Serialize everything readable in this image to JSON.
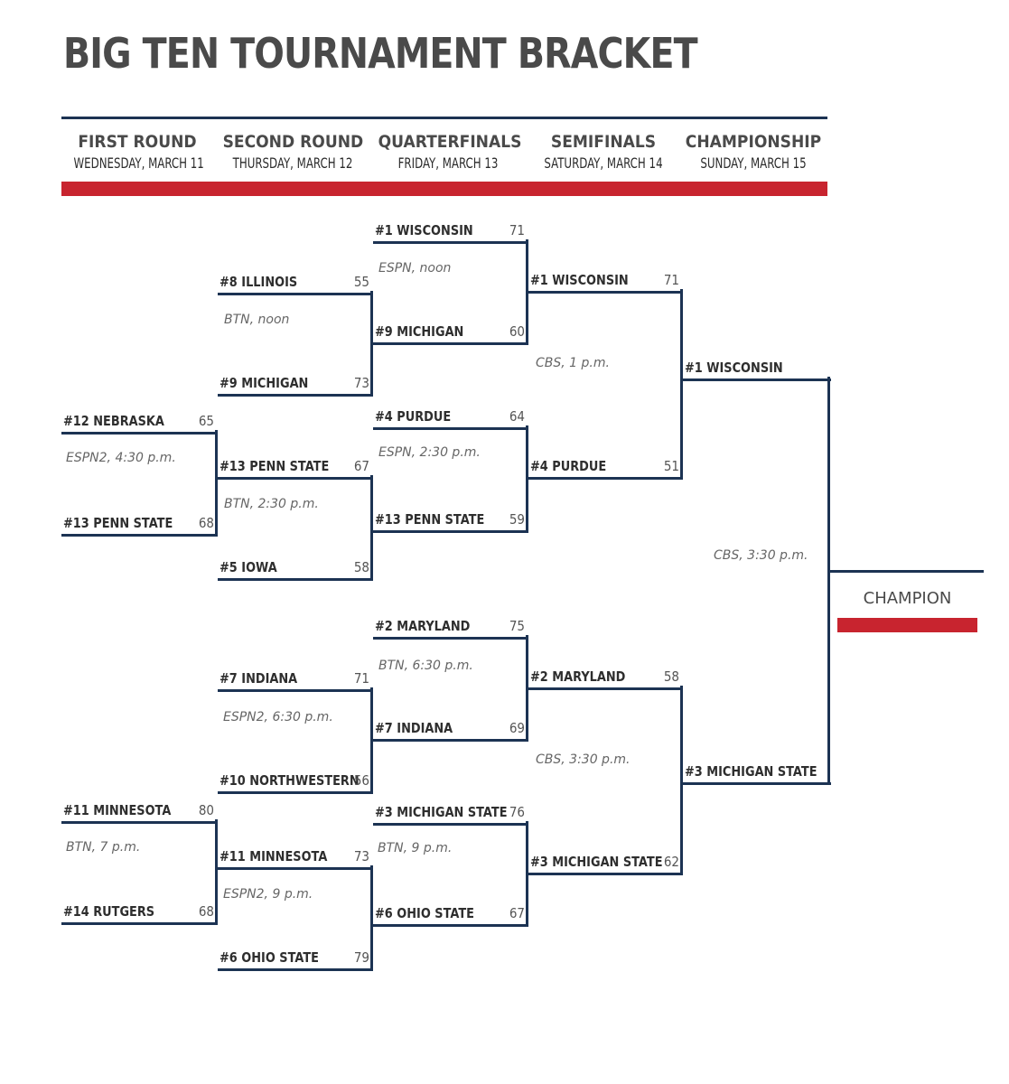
{
  "title": "BIG TEN TOURNAMENT BRACKET",
  "rounds": [
    {
      "name": "FIRST ROUND",
      "date": "WEDNESDAY, MARCH 11"
    },
    {
      "name": "SECOND ROUND",
      "date": "THURSDAY, MARCH 12"
    },
    {
      "name": "QUARTERFINALS",
      "date": "FRIDAY, MARCH 13"
    },
    {
      "name": "SEMIFINALS",
      "date": "SATURDAY, MARCH 14"
    },
    {
      "name": "CHAMPIONSHIP",
      "date": "SUNDAY, MARCH 15"
    }
  ],
  "first_round": {
    "g1": {
      "top": {
        "team": "#12 NEBRASKA",
        "score": "65"
      },
      "bottom": {
        "team": "#13 PENN STATE",
        "score": "68"
      },
      "tv": "ESPN2, 4:30 p.m."
    },
    "g2": {
      "top": {
        "team": "#11 MINNESOTA",
        "score": "80"
      },
      "bottom": {
        "team": "#14 RUTGERS",
        "score": "68"
      },
      "tv": "BTN, 7 p.m."
    }
  },
  "second_round": {
    "g1": {
      "top": {
        "team": "#8 ILLINOIS",
        "score": "55"
      },
      "bottom": {
        "team": "#9 MICHIGAN",
        "score": "73"
      },
      "tv": "BTN, noon"
    },
    "g2": {
      "top": {
        "team": "#13 PENN STATE",
        "score": "67"
      },
      "bottom": {
        "team": "#5 IOWA",
        "score": "58"
      },
      "tv": "BTN, 2:30 p.m."
    },
    "g3": {
      "top": {
        "team": "#7 INDIANA",
        "score": "71"
      },
      "bottom": {
        "team": "#10 NORTHWESTERN",
        "score": "56"
      },
      "tv": "ESPN2, 6:30 p.m."
    },
    "g4": {
      "top": {
        "team": "#11 MINNESOTA",
        "score": "73"
      },
      "bottom": {
        "team": "#6 OHIO STATE",
        "score": "79"
      },
      "tv": "ESPN2, 9 p.m."
    }
  },
  "quarterfinals": {
    "g1": {
      "top": {
        "team": "#1 WISCONSIN",
        "score": "71"
      },
      "bottom": {
        "team": "#9 MICHIGAN",
        "score": "60"
      },
      "tv": "ESPN, noon"
    },
    "g2": {
      "top": {
        "team": "#4 PURDUE",
        "score": "64"
      },
      "bottom": {
        "team": "#13 PENN STATE",
        "score": "59"
      },
      "tv": "ESPN, 2:30 p.m."
    },
    "g3": {
      "top": {
        "team": "#2 MARYLAND",
        "score": "75"
      },
      "bottom": {
        "team": "#7 INDIANA",
        "score": "69"
      },
      "tv": "BTN, 6:30 p.m."
    },
    "g4": {
      "top": {
        "team": "#3 MICHIGAN STATE",
        "score": "76"
      },
      "bottom": {
        "team": "#6 OHIO STATE",
        "score": "67"
      },
      "tv": "BTN, 9 p.m."
    }
  },
  "semifinals": {
    "g1": {
      "top": {
        "team": "#1 WISCONSIN",
        "score": "71"
      },
      "bottom": {
        "team": "#4 PURDUE",
        "score": "51"
      },
      "tv": "CBS, 1 p.m."
    },
    "g2": {
      "top": {
        "team": "#2 MARYLAND",
        "score": "58"
      },
      "bottom": {
        "team": "#3 MICHIGAN STATE",
        "score": "62"
      },
      "tv": "CBS, 3:30 p.m."
    }
  },
  "championship": {
    "top": {
      "team": "#1 WISCONSIN"
    },
    "bottom": {
      "team": "#3 MICHIGAN STATE"
    },
    "tv": "CBS, 3:30 p.m."
  },
  "champion_label": "CHAMPION",
  "colors": {
    "navy": "#1c3353",
    "red": "#c8242f",
    "heading_gray": "#4a4a4a"
  }
}
